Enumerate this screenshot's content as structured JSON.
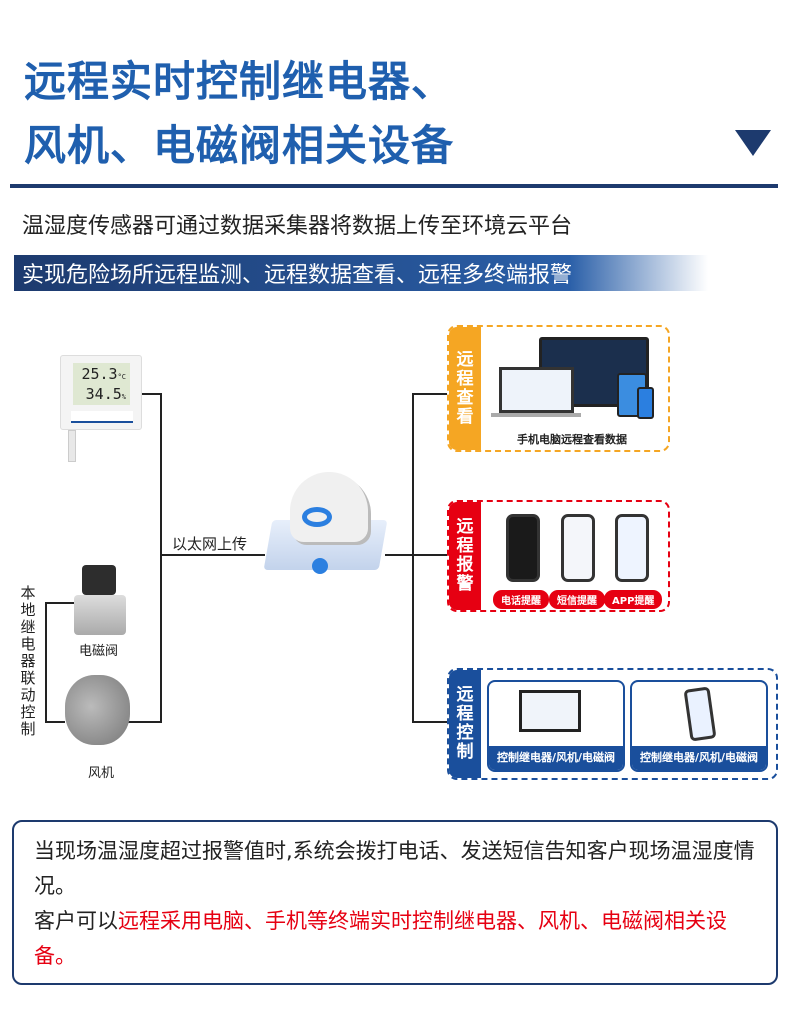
{
  "header": {
    "title_line1": "远程实时控制继电器、",
    "title_line2": "风机、电磁阀相关设备"
  },
  "subtitle": "温湿度传感器可通过数据采集器将数据上传至环境云平台",
  "banner": "实现危险场所远程监测、远程数据查看、远程多终端报警",
  "sensor": {
    "temperature": "25.3",
    "temp_unit": "°C",
    "humidity": "34.5",
    "hum_unit": "%"
  },
  "left": {
    "upload_label": "以太网上传",
    "local_label": "本地继电器联动控制",
    "valve_label": "电磁阀",
    "fan_label": "风机"
  },
  "remote_view": {
    "tag": "远程查看",
    "caption": "手机电脑远程查看数据"
  },
  "remote_alarm": {
    "tag": "远程报警",
    "pills": [
      "电话提醒",
      "短信提醒",
      "APP提醒"
    ]
  },
  "remote_control": {
    "tag": "远程控制",
    "captions": [
      "控制继电器/风机/电磁阀",
      "控制继电器/风机/电磁阀"
    ]
  },
  "bottom": {
    "line1": "当现场温湿度超过报警值时,系统会拨打电话、发送短信告知客户现场温湿度情况。",
    "prefix": "客户可以",
    "highlight": "远程采用电脑、手机等终端实时控制继电器、风机、电磁阀相关设备。"
  },
  "colors": {
    "blue": "#1f5fae",
    "navy": "#1d3a6e",
    "orange": "#f5a623",
    "red": "#e60012",
    "control_blue": "#1a4f9c"
  }
}
